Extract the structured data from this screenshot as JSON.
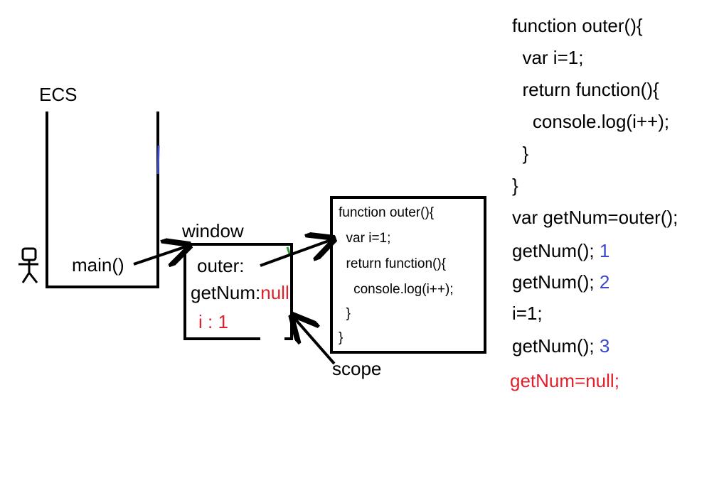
{
  "ecs": {
    "label": "ECS",
    "main_label": "main()"
  },
  "window_box": {
    "label": "window",
    "outer_label": "outer:",
    "getnum_label": "getNum:",
    "getnum_value": "null",
    "i_label": "i : 1"
  },
  "scope": {
    "label": "scope"
  },
  "func_box_lines": [
    "function outer(){",
    "  var i=1;",
    "  return function(){",
    "    console.log(i++);",
    "  }",
    "}"
  ],
  "code": {
    "lines": [
      "function outer(){",
      "  var i=1;",
      "  return function(){",
      "    console.log(i++);",
      "  }",
      "}",
      "var getNum=outer();"
    ],
    "calls": [
      {
        "text": "getNum();",
        "result": "1"
      },
      {
        "text": "getNum();",
        "result": "2"
      },
      {
        "text": "i=1;",
        "result": ""
      },
      {
        "text": "getNum();",
        "result": "3"
      }
    ],
    "final_line": "getNum=null;"
  },
  "colors": {
    "result": "#3a49c8",
    "highlight": "#e0202a",
    "ink": "#000000"
  }
}
